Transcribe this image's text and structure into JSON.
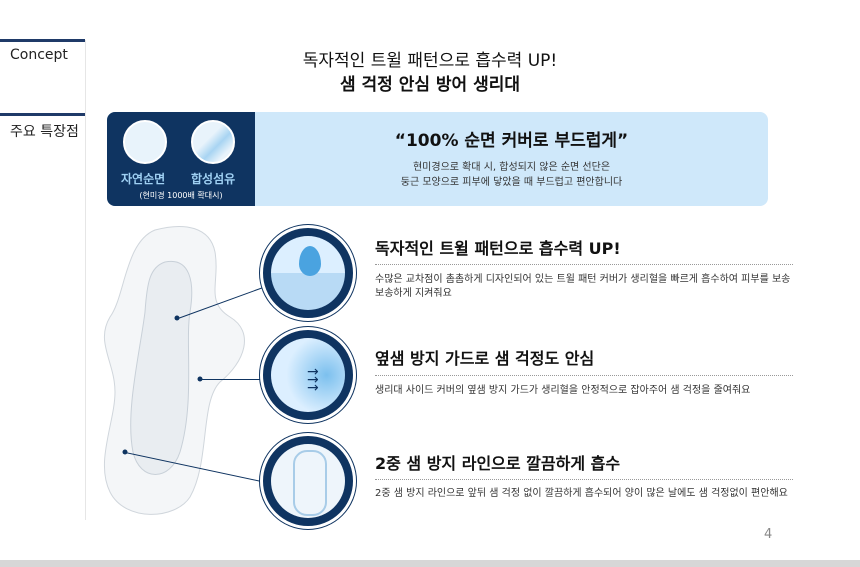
{
  "sections": {
    "concept": "Concept",
    "features": "주요 특장점"
  },
  "title": {
    "line1": "독자적인 트윌 패턴으로 흡수력 UP!",
    "line2": "샘 걱정 안심 방어 생리대"
  },
  "banner": {
    "label_natural": "자연순면",
    "label_synthetic": "합성섬유",
    "magnification": "(현미경 1000배 확대시)",
    "headline": "“100% 순면 커버로 부드럽게”",
    "desc1": "현미경으로 확대 시, 합성되지 않은 순면 선단은",
    "desc2": "둥근 모양으로 피부에 닿았을 때 부드럽고 편안합니다"
  },
  "features": [
    {
      "title": "독자적인 트윌 패턴으로 흡수력 UP!",
      "desc": "수많은 교차점이 촘촘하게 디자인되어 있는 트윌 패턴 커버가 생리혈을 빠르게 흡수하여 피부를 보송보송하게 지켜줘요"
    },
    {
      "title": "옆샘 방지 가드로 샘 걱정도 안심",
      "desc": "생리대 사이드 커버의 옆샘 방지 가드가 생리혈을 안정적으로 잡아주어 샘 걱정을 줄여줘요"
    },
    {
      "title": "2중 샘 방지 라인으로 깔끔하게 흡수",
      "desc": "2중 샘 방지 라인으로 앞뒤 샘 걱정 없이 깔끔하게 흡수되어 양이 많은 날에도 샘 걱정없이 편안해요"
    }
  ],
  "page_number": "4",
  "colors": {
    "navy": "#0f3461",
    "light_blue": "#cfe8fa"
  }
}
